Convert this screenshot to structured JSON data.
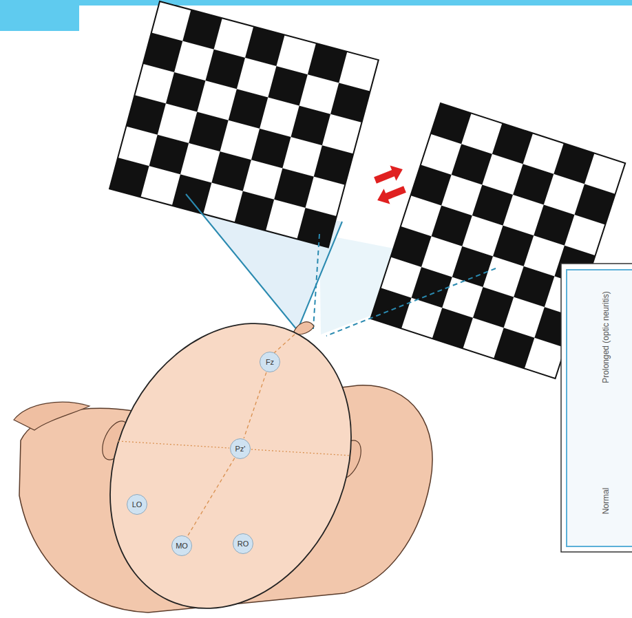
{
  "diagram": {
    "nodes": [
      {
        "text": [
          "Fz"
        ]
      },
      {
        "text": [
          "Pz'"
        ]
      },
      {
        "text": [
          "LO"
        ]
      },
      {
        "text": [
          "MO"
        ]
      },
      {
        "text": [
          "RO"
        ]
      }
    ],
    "edges": [
      {
        "from": 0,
        "to": 1,
        "arrow": "none"
      },
      {
        "from": 1,
        "to": 3,
        "arrow": "none"
      }
    ],
    "labels": [
      "Prolonged (optic neuritis)",
      "Normal"
    ]
  }
}
